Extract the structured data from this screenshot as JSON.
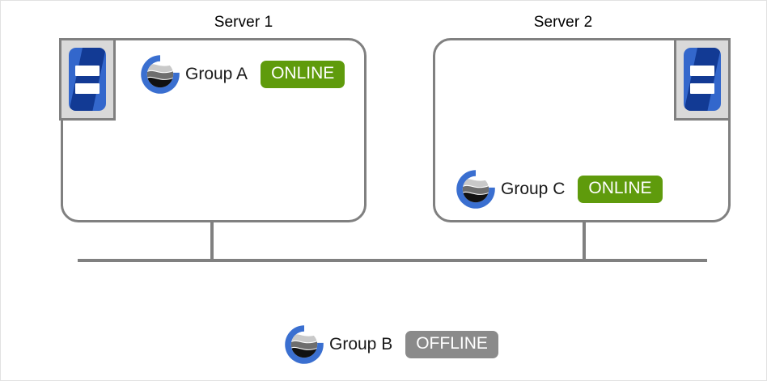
{
  "diagram": {
    "type": "network-topology",
    "servers": [
      {
        "id": "server-1",
        "title": "Server 1",
        "icon": "server-chassis-icon",
        "icon_side": "left",
        "groups": [
          {
            "name": "Group A",
            "status": "ONLINE",
            "status_kind": "online",
            "logo": "group-globe-g-logo"
          }
        ]
      },
      {
        "id": "server-2",
        "title": "Server 2",
        "icon": "server-chassis-icon",
        "icon_side": "right",
        "groups": [
          {
            "name": "Group  C",
            "status": "ONLINE",
            "status_kind": "online",
            "logo": "group-globe-g-logo"
          }
        ]
      }
    ],
    "detached_groups": [
      {
        "name": "Group B",
        "status": "OFFLINE",
        "status_kind": "offline",
        "logo": "group-globe-g-logo"
      }
    ],
    "connectors": {
      "bus_line": "shared-network-bus",
      "drops": [
        "server-1-drop",
        "server-2-drop"
      ]
    },
    "colors": {
      "online_badge": "#5f9b0c",
      "offline_badge": "#8a8a8a",
      "box_border": "#808080",
      "chassis_blue": "#3367cc",
      "chassis_blue_dark": "#123a94",
      "chassis_tray": "#d9d9d9",
      "logo_blue": "#3a6fd0",
      "canvas_border": "#e2e2e2"
    }
  }
}
